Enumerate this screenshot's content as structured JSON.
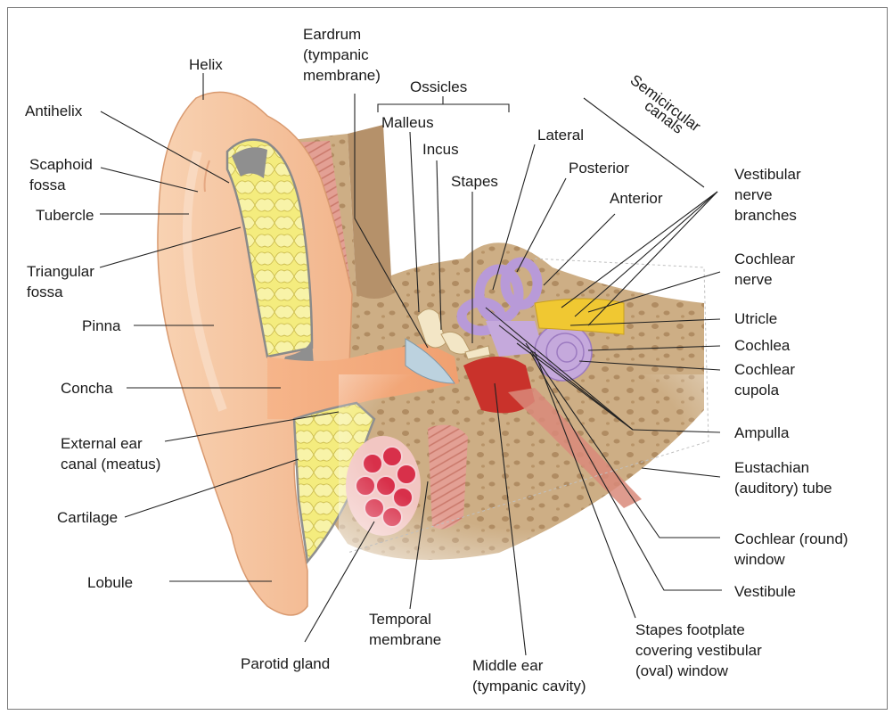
{
  "labels": {
    "helix": "Helix",
    "antihelix": "Antihelix",
    "scaphoid_1": "Scaphoid",
    "scaphoid_2": "fossa",
    "tubercle": "Tubercle",
    "triangular_1": "Triangular",
    "triangular_2": "fossa",
    "pinna": "Pinna",
    "concha": "Concha",
    "external_1": "External ear",
    "external_2": "canal (meatus)",
    "cartilage": "Cartilage",
    "lobule": "Lobule",
    "parotid": "Parotid gland",
    "temporal_1": "Temporal",
    "temporal_2": "membrane",
    "middle_1": "Middle ear",
    "middle_2": "(tympanic cavity)",
    "stapes_fp_1": "Stapes footplate",
    "stapes_fp_2": "covering vestibular",
    "stapes_fp_3": "(oval) window",
    "vestibule": "Vestibule",
    "round_1": "Cochlear (round)",
    "round_2": "window",
    "eustachian_1": "Eustachian",
    "eustachian_2": "(auditory) tube",
    "ampulla": "Ampulla",
    "cupola_1": "Cochlear",
    "cupola_2": "cupola",
    "cochlea": "Cochlea",
    "utricle": "Utricle",
    "cochlear_nerve_1": "Cochlear",
    "cochlear_nerve_2": "nerve",
    "vestibular_1": "Vestibular",
    "vestibular_2": "nerve",
    "vestibular_3": "branches",
    "eardrum_1": "Eardrum",
    "eardrum_2": "(tympanic",
    "eardrum_3": "membrane)",
    "ossicles": "Ossicles",
    "malleus": "Malleus",
    "incus": "Incus",
    "stapes": "Stapes",
    "lateral": "Lateral",
    "posterior": "Posterior",
    "anterior": "Anterior",
    "semicircular_1": "Semicircular",
    "semicircular_2": "canals"
  },
  "colors": {
    "skin": "#f6c8a4",
    "skin_dark": "#e9a981",
    "canal": "#f3a97c",
    "fat": "#f3ea7a",
    "bone": "#c9a87f",
    "bone_dark": "#a98a64",
    "muscle": "#d98a7a",
    "parotid": "#d8304a",
    "cavity": "#c9322b",
    "canals": "#c5a9dc",
    "nerve": "#f0c832",
    "cartilage": "#8a8a8a"
  }
}
